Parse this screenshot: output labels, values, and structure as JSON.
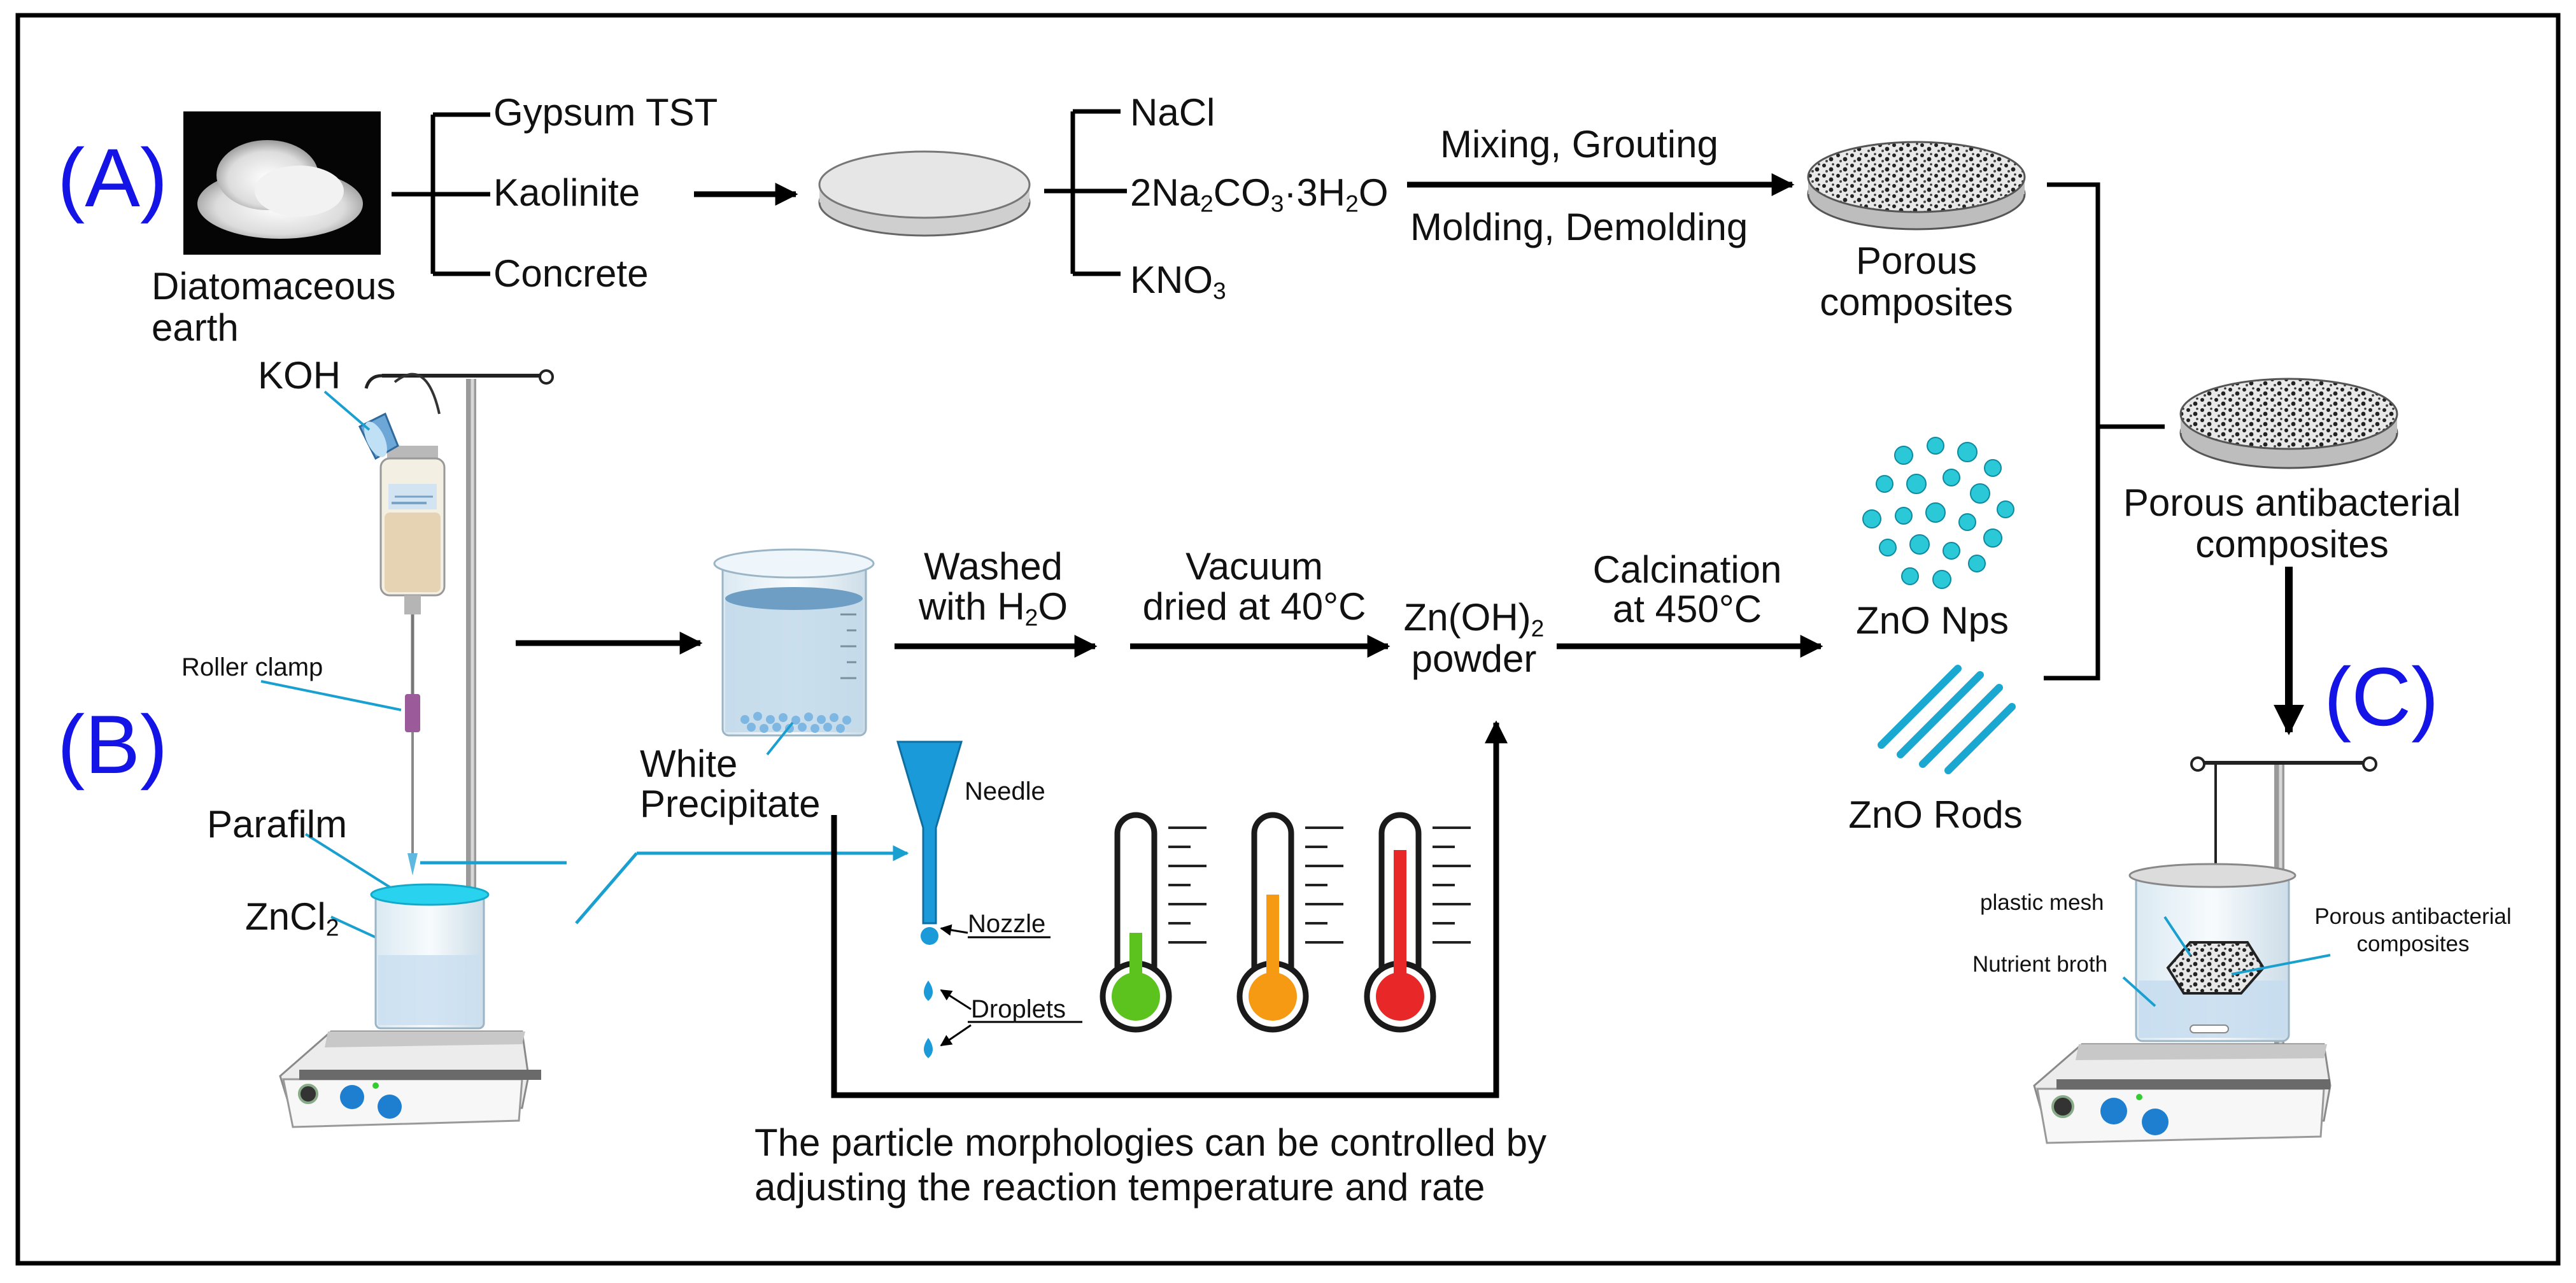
{
  "colors": {
    "accent_blue": "#1414e6",
    "line": "#000000",
    "leader": "#1aa0d0",
    "nanoparticle": "#2bc8d8",
    "rod": "#1aa8d0",
    "thermo_green": "#5cc21e",
    "thermo_orange": "#f59a12",
    "thermo_red": "#e82828"
  },
  "labels": {
    "A": "(A)",
    "B": "(B)",
    "C": "(C)",
    "diatomaceous": "Diatomaceous",
    "earth": "earth",
    "gypsum": "Gypsum TST",
    "kaolinite": "Kaolinite",
    "concrete": "Concrete",
    "nacl": "NaCl",
    "na2co3_pre": "2Na",
    "na2co3_sub1": "2",
    "na2co3_mid": "CO",
    "na2co3_sub2": "3",
    "na2co3_post": "·3H",
    "na2co3_sub3": "2",
    "na2co3_end": "O",
    "kno3_pre": "KNO",
    "kno3_sub": "3",
    "mixing": "Mixing, Grouting",
    "molding": "Molding, Demolding",
    "porous1": "Porous",
    "porous2": "composites",
    "koh": "KOH",
    "roller": "Roller clamp",
    "parafilm": "Parafilm",
    "zncl_pre": "ZnCl",
    "zncl_sub": "2",
    "white1": "White",
    "white2": "Precipitate",
    "washed1": "Washed",
    "washed2_pre": "with H",
    "washed2_sub": "2",
    "washed2_end": "O",
    "vacuum1": "Vacuum",
    "vacuum2": "dried at 40°C",
    "znoh_pre": "Zn(OH)",
    "znoh_sub": "2",
    "powder": "powder",
    "calc1": "Calcination",
    "calc2": "at 450°C",
    "zno_nps": "ZnO Nps",
    "zno_rods": "ZnO Rods",
    "pab1": "Porous antibacterial",
    "pab2": "composites",
    "needle": "Needle",
    "nozzle": "Nozzle",
    "droplets": "Droplets",
    "control1": "The particle morphologies can be controlled by",
    "control2": "adjusting  the  reaction  temperature  and  rate",
    "plastic_mesh": "plastic mesh",
    "nutrient": "Nutrient broth",
    "pab_small1": "Porous antibacterial",
    "pab_small2": "composites"
  }
}
